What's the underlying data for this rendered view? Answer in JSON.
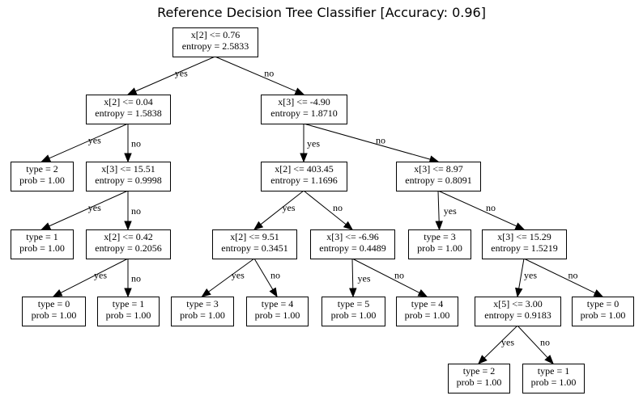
{
  "title": "Reference Decision Tree Classifier [Accuracy: 0.96]",
  "nodes": [
    {
      "id": "n0",
      "lines": [
        "x[2] <= 0.76",
        "entropy = 2.5833"
      ]
    },
    {
      "id": "n1",
      "lines": [
        "x[2] <= 0.04",
        "entropy = 1.5838"
      ]
    },
    {
      "id": "n2",
      "lines": [
        "x[3] <= -4.90",
        "entropy = 1.8710"
      ]
    },
    {
      "id": "n3",
      "lines": [
        "type = 2",
        "prob = 1.00"
      ]
    },
    {
      "id": "n4",
      "lines": [
        "x[3] <= 15.51",
        "entropy = 0.9998"
      ]
    },
    {
      "id": "n5",
      "lines": [
        "x[2] <= 403.45",
        "entropy = 1.1696"
      ]
    },
    {
      "id": "n6",
      "lines": [
        "x[3] <= 8.97",
        "entropy = 0.8091"
      ]
    },
    {
      "id": "n7",
      "lines": [
        "type = 1",
        "prob = 1.00"
      ]
    },
    {
      "id": "n8",
      "lines": [
        "x[2] <= 0.42",
        "entropy = 0.2056"
      ]
    },
    {
      "id": "n9",
      "lines": [
        "x[2] <= 9.51",
        "entropy = 0.3451"
      ]
    },
    {
      "id": "n10",
      "lines": [
        "x[3] <= -6.96",
        "entropy = 0.4489"
      ]
    },
    {
      "id": "n11",
      "lines": [
        "type = 3",
        "prob = 1.00"
      ]
    },
    {
      "id": "n12",
      "lines": [
        "x[3] <= 15.29",
        "entropy = 1.5219"
      ]
    },
    {
      "id": "n13",
      "lines": [
        "type = 0",
        "prob = 1.00"
      ]
    },
    {
      "id": "n14",
      "lines": [
        "type = 1",
        "prob = 1.00"
      ]
    },
    {
      "id": "n15",
      "lines": [
        "type = 3",
        "prob = 1.00"
      ]
    },
    {
      "id": "n16",
      "lines": [
        "type = 4",
        "prob = 1.00"
      ]
    },
    {
      "id": "n17",
      "lines": [
        "type = 5",
        "prob = 1.00"
      ]
    },
    {
      "id": "n18",
      "lines": [
        "type = 4",
        "prob = 1.00"
      ]
    },
    {
      "id": "n19",
      "lines": [
        "x[5] <= 3.00",
        "entropy = 0.9183"
      ]
    },
    {
      "id": "n20",
      "lines": [
        "type = 0",
        "prob = 1.00"
      ]
    },
    {
      "id": "n21",
      "lines": [
        "type = 2",
        "prob = 1.00"
      ]
    },
    {
      "id": "n22",
      "lines": [
        "type = 1",
        "prob = 1.00"
      ]
    }
  ],
  "edges": [
    {
      "from": "n0",
      "to": "n1",
      "label": "yes"
    },
    {
      "from": "n0",
      "to": "n2",
      "label": "no"
    },
    {
      "from": "n1",
      "to": "n3",
      "label": "yes"
    },
    {
      "from": "n1",
      "to": "n4",
      "label": "no"
    },
    {
      "from": "n2",
      "to": "n5",
      "label": "yes"
    },
    {
      "from": "n2",
      "to": "n6",
      "label": "no"
    },
    {
      "from": "n4",
      "to": "n7",
      "label": "yes"
    },
    {
      "from": "n4",
      "to": "n8",
      "label": "no"
    },
    {
      "from": "n5",
      "to": "n9",
      "label": "yes"
    },
    {
      "from": "n5",
      "to": "n10",
      "label": "no"
    },
    {
      "from": "n6",
      "to": "n11",
      "label": "yes"
    },
    {
      "from": "n6",
      "to": "n12",
      "label": "no"
    },
    {
      "from": "n8",
      "to": "n13",
      "label": "yes"
    },
    {
      "from": "n8",
      "to": "n14",
      "label": "no"
    },
    {
      "from": "n9",
      "to": "n15",
      "label": "yes"
    },
    {
      "from": "n9",
      "to": "n16",
      "label": "no"
    },
    {
      "from": "n10",
      "to": "n17",
      "label": "yes"
    },
    {
      "from": "n10",
      "to": "n18",
      "label": "no"
    },
    {
      "from": "n12",
      "to": "n19",
      "label": "yes"
    },
    {
      "from": "n12",
      "to": "n20",
      "label": "no"
    },
    {
      "from": "n19",
      "to": "n21",
      "label": "yes"
    },
    {
      "from": "n19",
      "to": "n22",
      "label": "no"
    }
  ]
}
